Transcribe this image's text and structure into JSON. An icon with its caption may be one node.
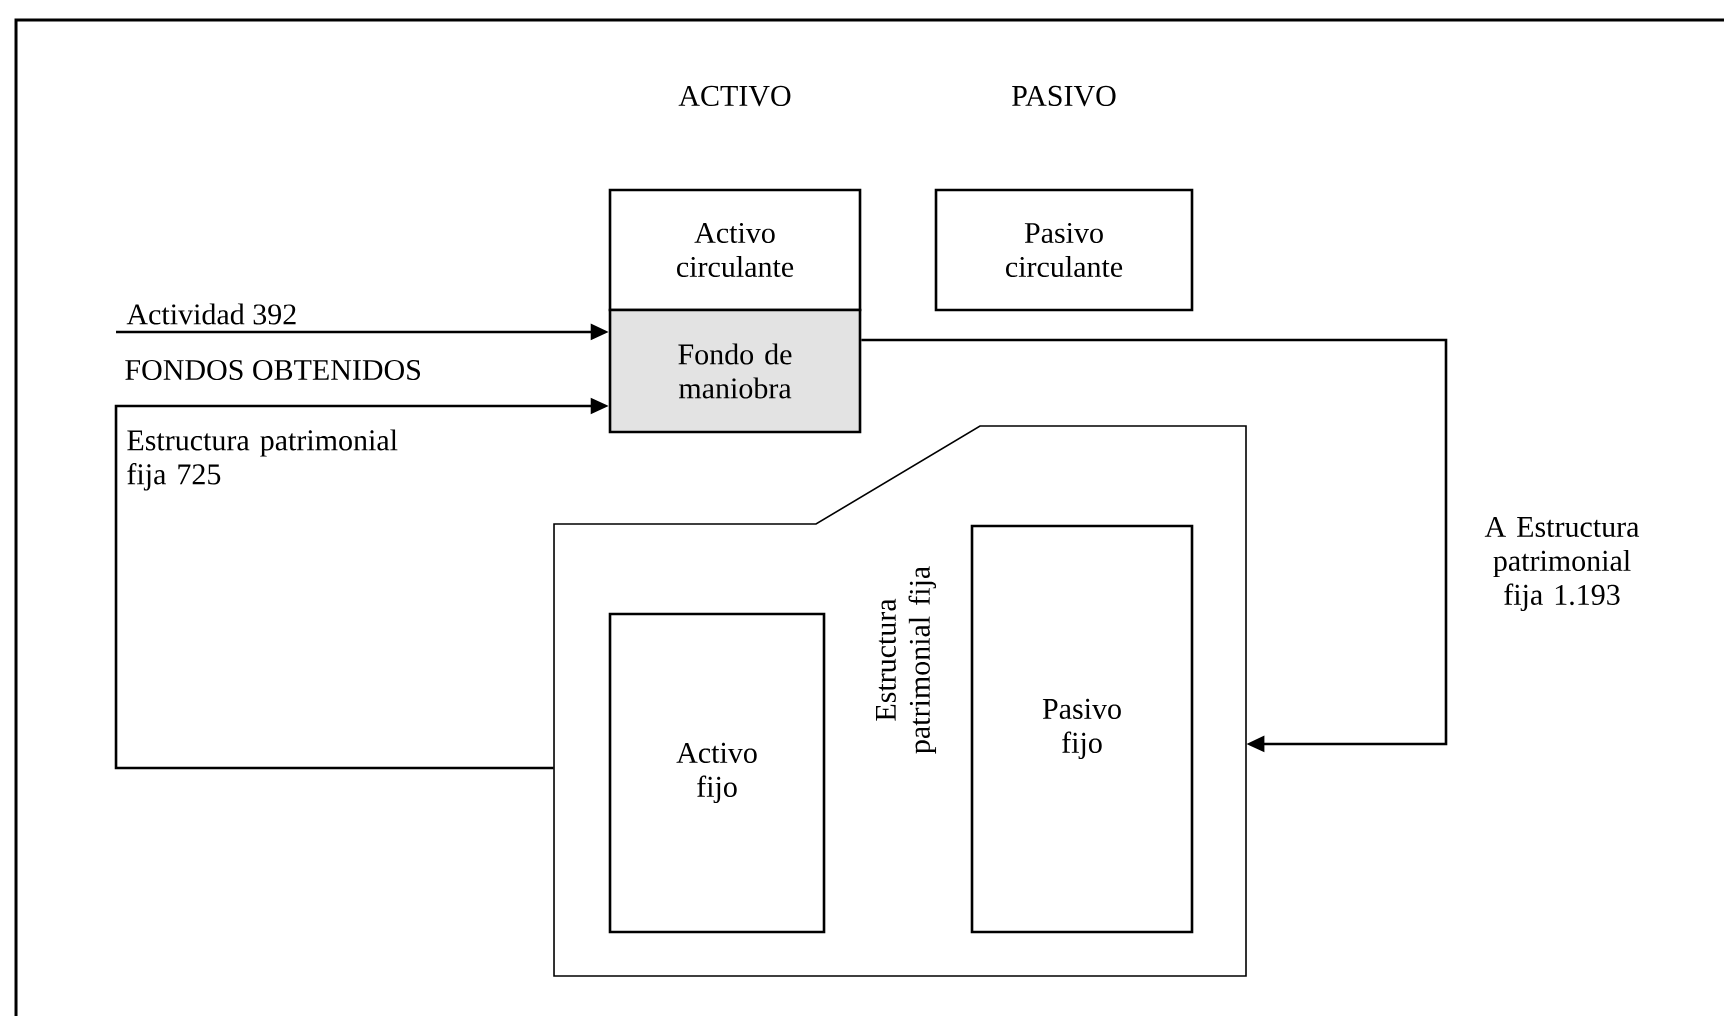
{
  "diagram": {
    "nodes": [
      {
        "text": [
          "Activo circulante"
        ]
      },
      {
        "text": [
          "Pasivo circulante"
        ]
      },
      {
        "text": [
          "Fondo de maniobra"
        ]
      },
      {
        "text": [
          "Estructura patrimonial fija"
        ]
      },
      {
        "text": [
          "Activo fijo"
        ],
        "in": 3
      },
      {
        "text": [
          "Pasivo fijo"
        ],
        "in": 3
      }
    ],
    "edges": [
      {
        "from": null,
        "to": 2,
        "arrow": "to",
        "label": "Actividad 392"
      },
      {
        "from": 3,
        "to": 2,
        "arrow": "to",
        "label": "Estructura patrimonial fija 725"
      },
      {
        "from": 2,
        "to": 3,
        "arrow": "to",
        "label": "A Estructura patrimonial fija 1.193"
      }
    ],
    "labels": [
      "ACTIVO",
      "PASIVO",
      "FONDOS OBTENIDOS"
    ]
  }
}
